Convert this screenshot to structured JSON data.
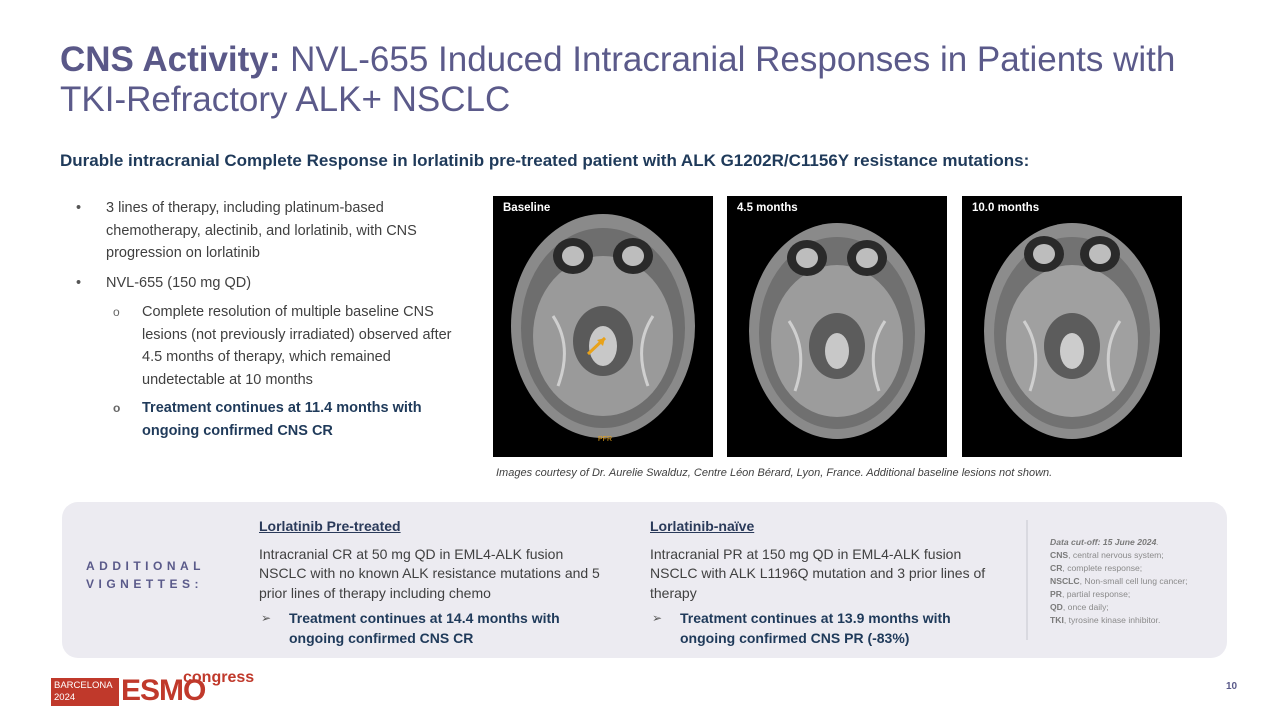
{
  "title": {
    "bold": "CNS Activity:",
    "rest": " NVL-655 Induced Intracranial Responses in Patients with TKI-Refractory ALK+ NSCLC"
  },
  "subtitle": "Durable intracranial Complete Response in lorlatinib pre-treated patient with ALK G1202R/C1156Y resistance mutations:",
  "bullets": {
    "b1": "3 lines of therapy, including platinum-based chemotherapy, alectinib, and lorlatinib, with CNS progression on lorlatinib",
    "b2": "NVL-655 (150 mg QD)",
    "s1": "Complete resolution of multiple baseline CNS lesions (not previously irradiated) observed after 4.5 months of therapy, which remained undetectable at 10 months",
    "s2": "Treatment continues at 11.4 months with ongoing confirmed CNS CR",
    "sub_marker": "o"
  },
  "scans": [
    {
      "label": "Baseline",
      "bottom_mark": "PFR"
    },
    {
      "label": "4.5 months",
      "bottom_mark": ""
    },
    {
      "label": "10.0 months",
      "bottom_mark": ""
    }
  ],
  "caption": "Images courtesy of Dr. Aurelie Swalduz, Centre Léon Bérard, Lyon, France. Additional baseline lesions not shown.",
  "vignettes": {
    "label_line1": "ADDITIONAL",
    "label_line2": "VIGNETTES:",
    "left": {
      "heading": "Lorlatinib Pre-treated",
      "body": "Intracranial CR at 50 mg QD in EML4-ALK fusion NSCLC with no known ALK resistance mutations and 5 prior lines of therapy including chemo",
      "treatment": "Treatment continues at 14.4 months with ongoing confirmed CNS CR"
    },
    "right": {
      "heading": "Lorlatinib-naïve",
      "body": "Intracranial PR at 150 mg QD in EML4-ALK fusion NSCLC with ALK L1196Q mutation and 3 prior lines of therapy",
      "treatment": "Treatment continues at 13.9 months with ongoing confirmed CNS PR (-83%)"
    },
    "arrow_glyph": "➢"
  },
  "notes": {
    "cutoff": "Data cut-off: 15 June 2024",
    "items": [
      {
        "abbr": "CNS",
        "text": ", central nervous system;"
      },
      {
        "abbr": "CR",
        "text": ", complete response;"
      },
      {
        "abbr": "NSCLC",
        "text": ", Non-small cell lung cancer;"
      },
      {
        "abbr": "PR",
        "text": ", partial response;"
      },
      {
        "abbr": "QD",
        "text": ", once daily;"
      },
      {
        "abbr": "TKI",
        "text": ", tyrosine kinase inhibitor."
      }
    ]
  },
  "logo": {
    "city": "BARCELONA",
    "year": "2024",
    "brand": "ESMO",
    "suffix": "congress"
  },
  "page_number": "10",
  "colors": {
    "title": "#5b5a8a",
    "subtitle": "#1f3a5a",
    "panel_bg": "#ecebf1",
    "brand_red": "#c0392b",
    "arrow": "#e8a21a"
  }
}
